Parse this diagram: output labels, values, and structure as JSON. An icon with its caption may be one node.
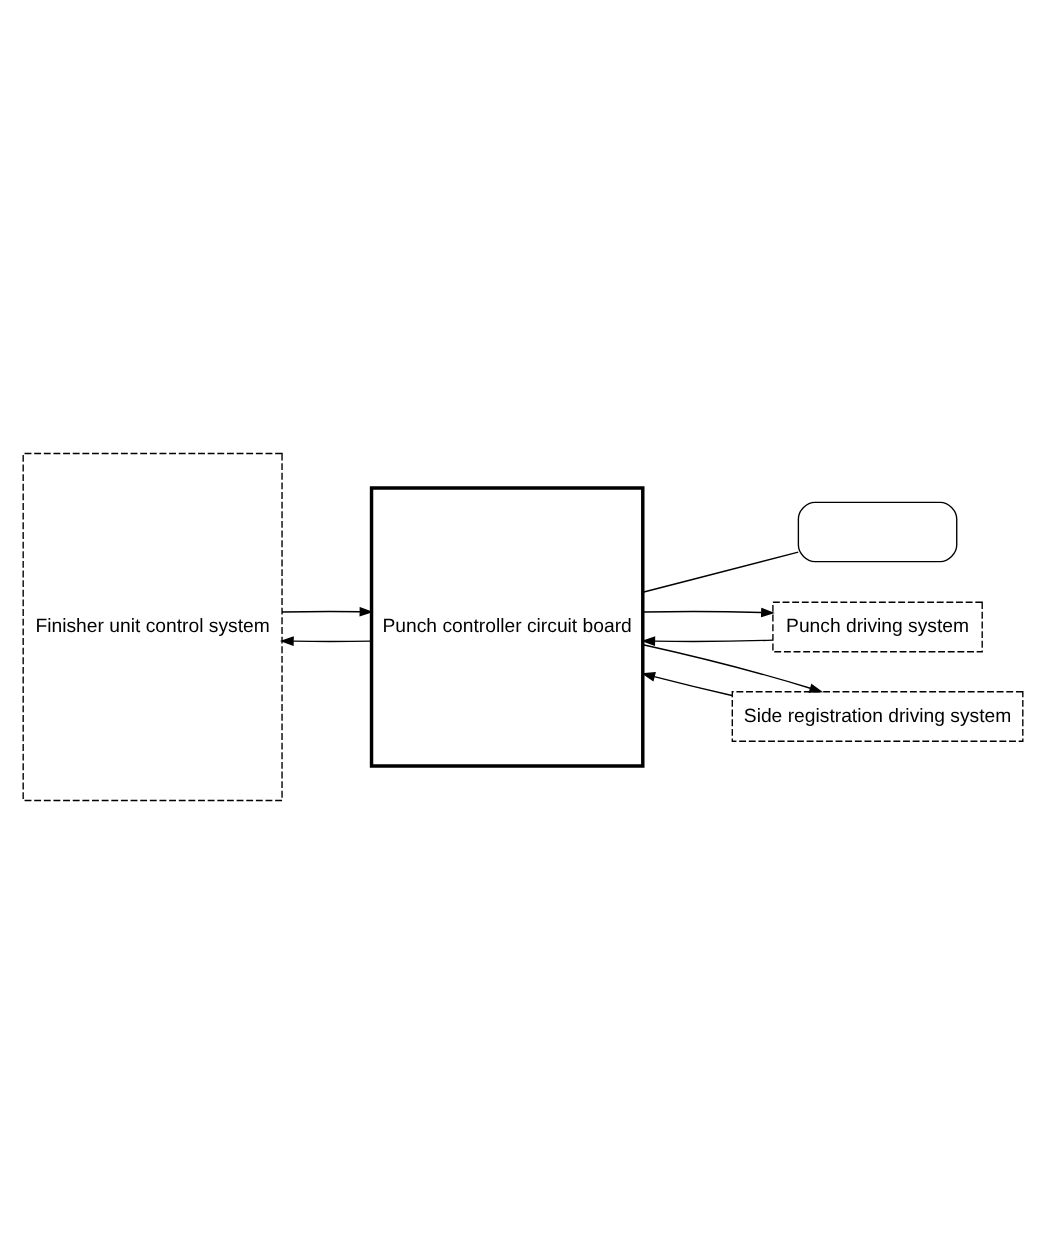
{
  "diagram": {
    "nodes": [
      {
        "text": [],
        "shape": "box"
      },
      {
        "text": [
          "Punch driving system"
        ]
      },
      {
        "text": [
          "Side registration driving system"
        ]
      },
      {
        "text": [
          "Finisher unit control system"
        ]
      },
      {
        "text": [
          "Punch controller circuit board"
        ]
      }
    ],
    "edges": [
      {
        "from": 0,
        "to": 4,
        "arrow": "none"
      },
      {
        "from": 1,
        "to": 4,
        "arrow": "to"
      },
      {
        "from": 4,
        "to": 1,
        "arrow": "to"
      },
      {
        "from": 2,
        "to": 4,
        "arrow": "to"
      },
      {
        "from": 4,
        "to": 2,
        "arrow": "to"
      },
      {
        "from": 4,
        "to": 3,
        "arrow": "to"
      },
      {
        "from": 3,
        "to": 4,
        "arrow": "to"
      }
    ]
  }
}
